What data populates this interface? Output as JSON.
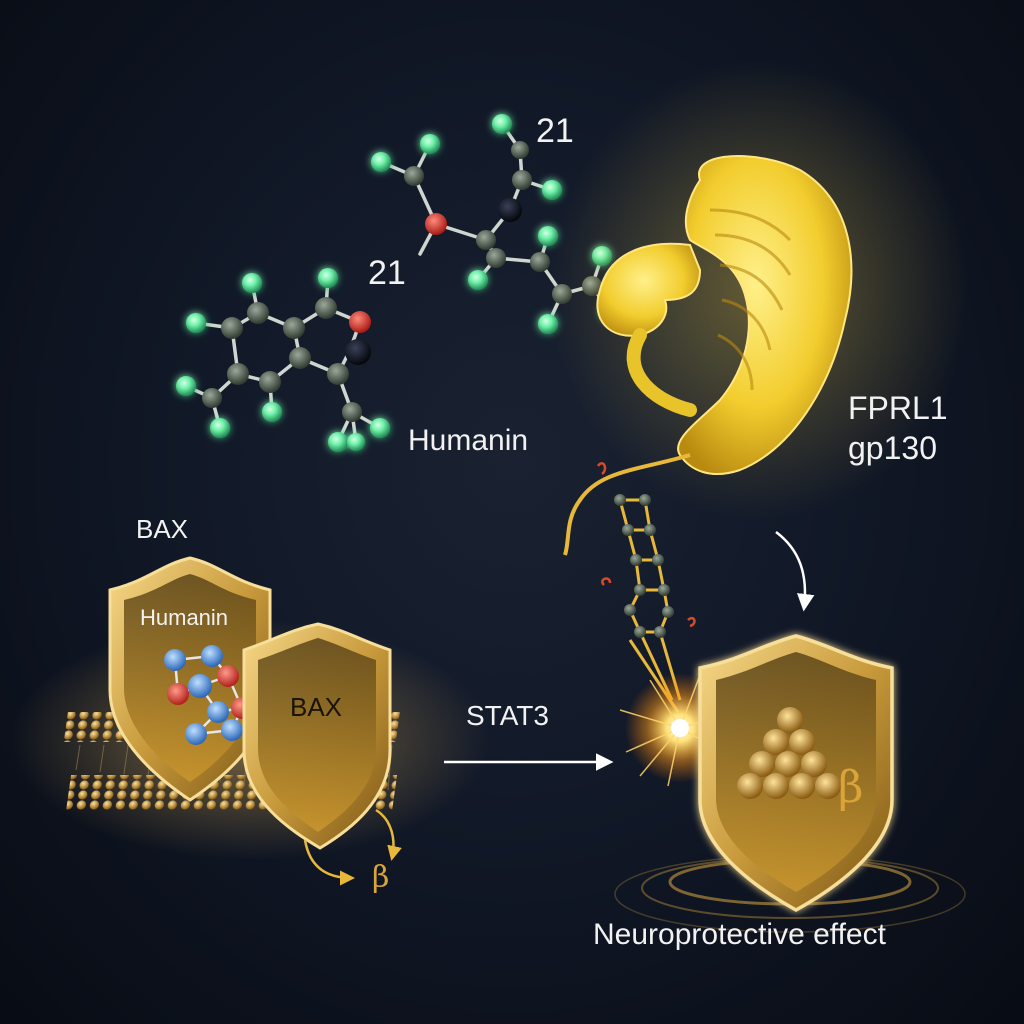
{
  "labels": {
    "num_top": "21",
    "num_left": "21",
    "humanin_main": "Humanin",
    "fprl1": "FPRL1",
    "gp130": "gp130",
    "bax_top": "BAX",
    "shield_humanin": "Humanin",
    "shield_bax": "BAX",
    "stat3": "STAT3",
    "effect": "Neuroprotective effect",
    "beta_left": "β",
    "beta_right": "β"
  },
  "colors": {
    "background": "#111827",
    "atom_glow": "#6ff0a8",
    "carbon": "#4a5a4a",
    "oxygen": "#e0302a",
    "gold": "#e8b83a",
    "receptor": "#f2cd2e",
    "membrane": "#c99a3a",
    "text": "#f2f2f2"
  }
}
